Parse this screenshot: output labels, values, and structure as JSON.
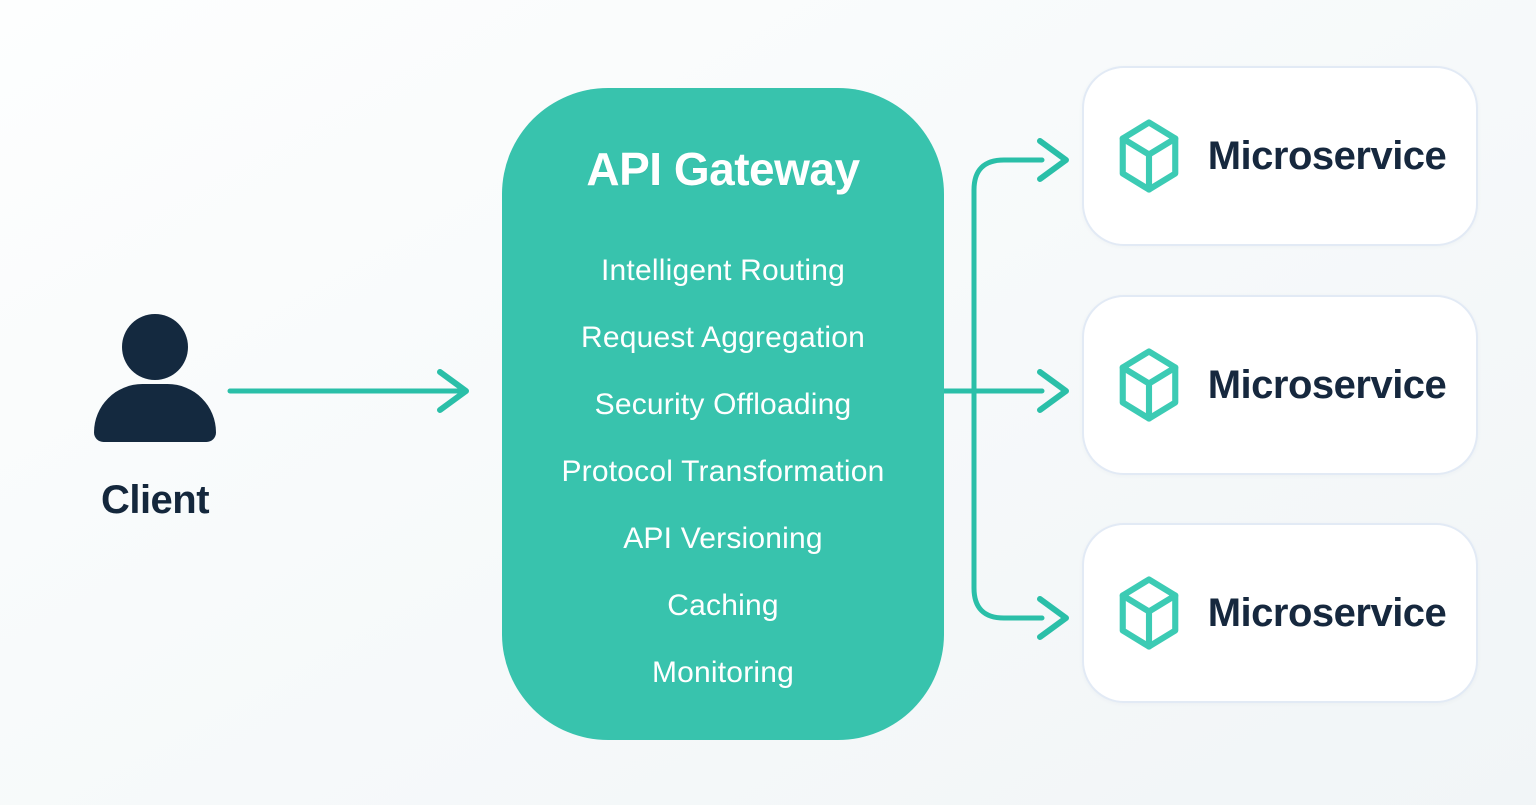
{
  "diagram": {
    "type": "architecture-flow",
    "client": {
      "label": "Client",
      "icon": "person-icon"
    },
    "gateway": {
      "title": "API Gateway",
      "features": [
        "Intelligent Routing",
        "Request Aggregation",
        "Security Offloading",
        "Protocol Transformation",
        "API Versioning",
        "Caching",
        "Monitoring"
      ]
    },
    "microservices": [
      {
        "label": "Microservice",
        "icon": "cube-icon"
      },
      {
        "label": "Microservice",
        "icon": "cube-icon"
      },
      {
        "label": "Microservice",
        "icon": "cube-icon"
      }
    ],
    "connections": [
      "client -> api-gateway",
      "api-gateway -> microservice-1",
      "api-gateway -> microservice-2",
      "api-gateway -> microservice-3"
    ],
    "colors": {
      "gateway_fill": "#38c3ad",
      "arrow": "#2abfa8",
      "cube_icon": "#3ccbb4",
      "dark_navy_text": "#14273c",
      "card_border": "#e2eaf5",
      "card_bg": "#ffffff",
      "gateway_text": "#ffffff",
      "background": "#f6f9fa"
    }
  }
}
